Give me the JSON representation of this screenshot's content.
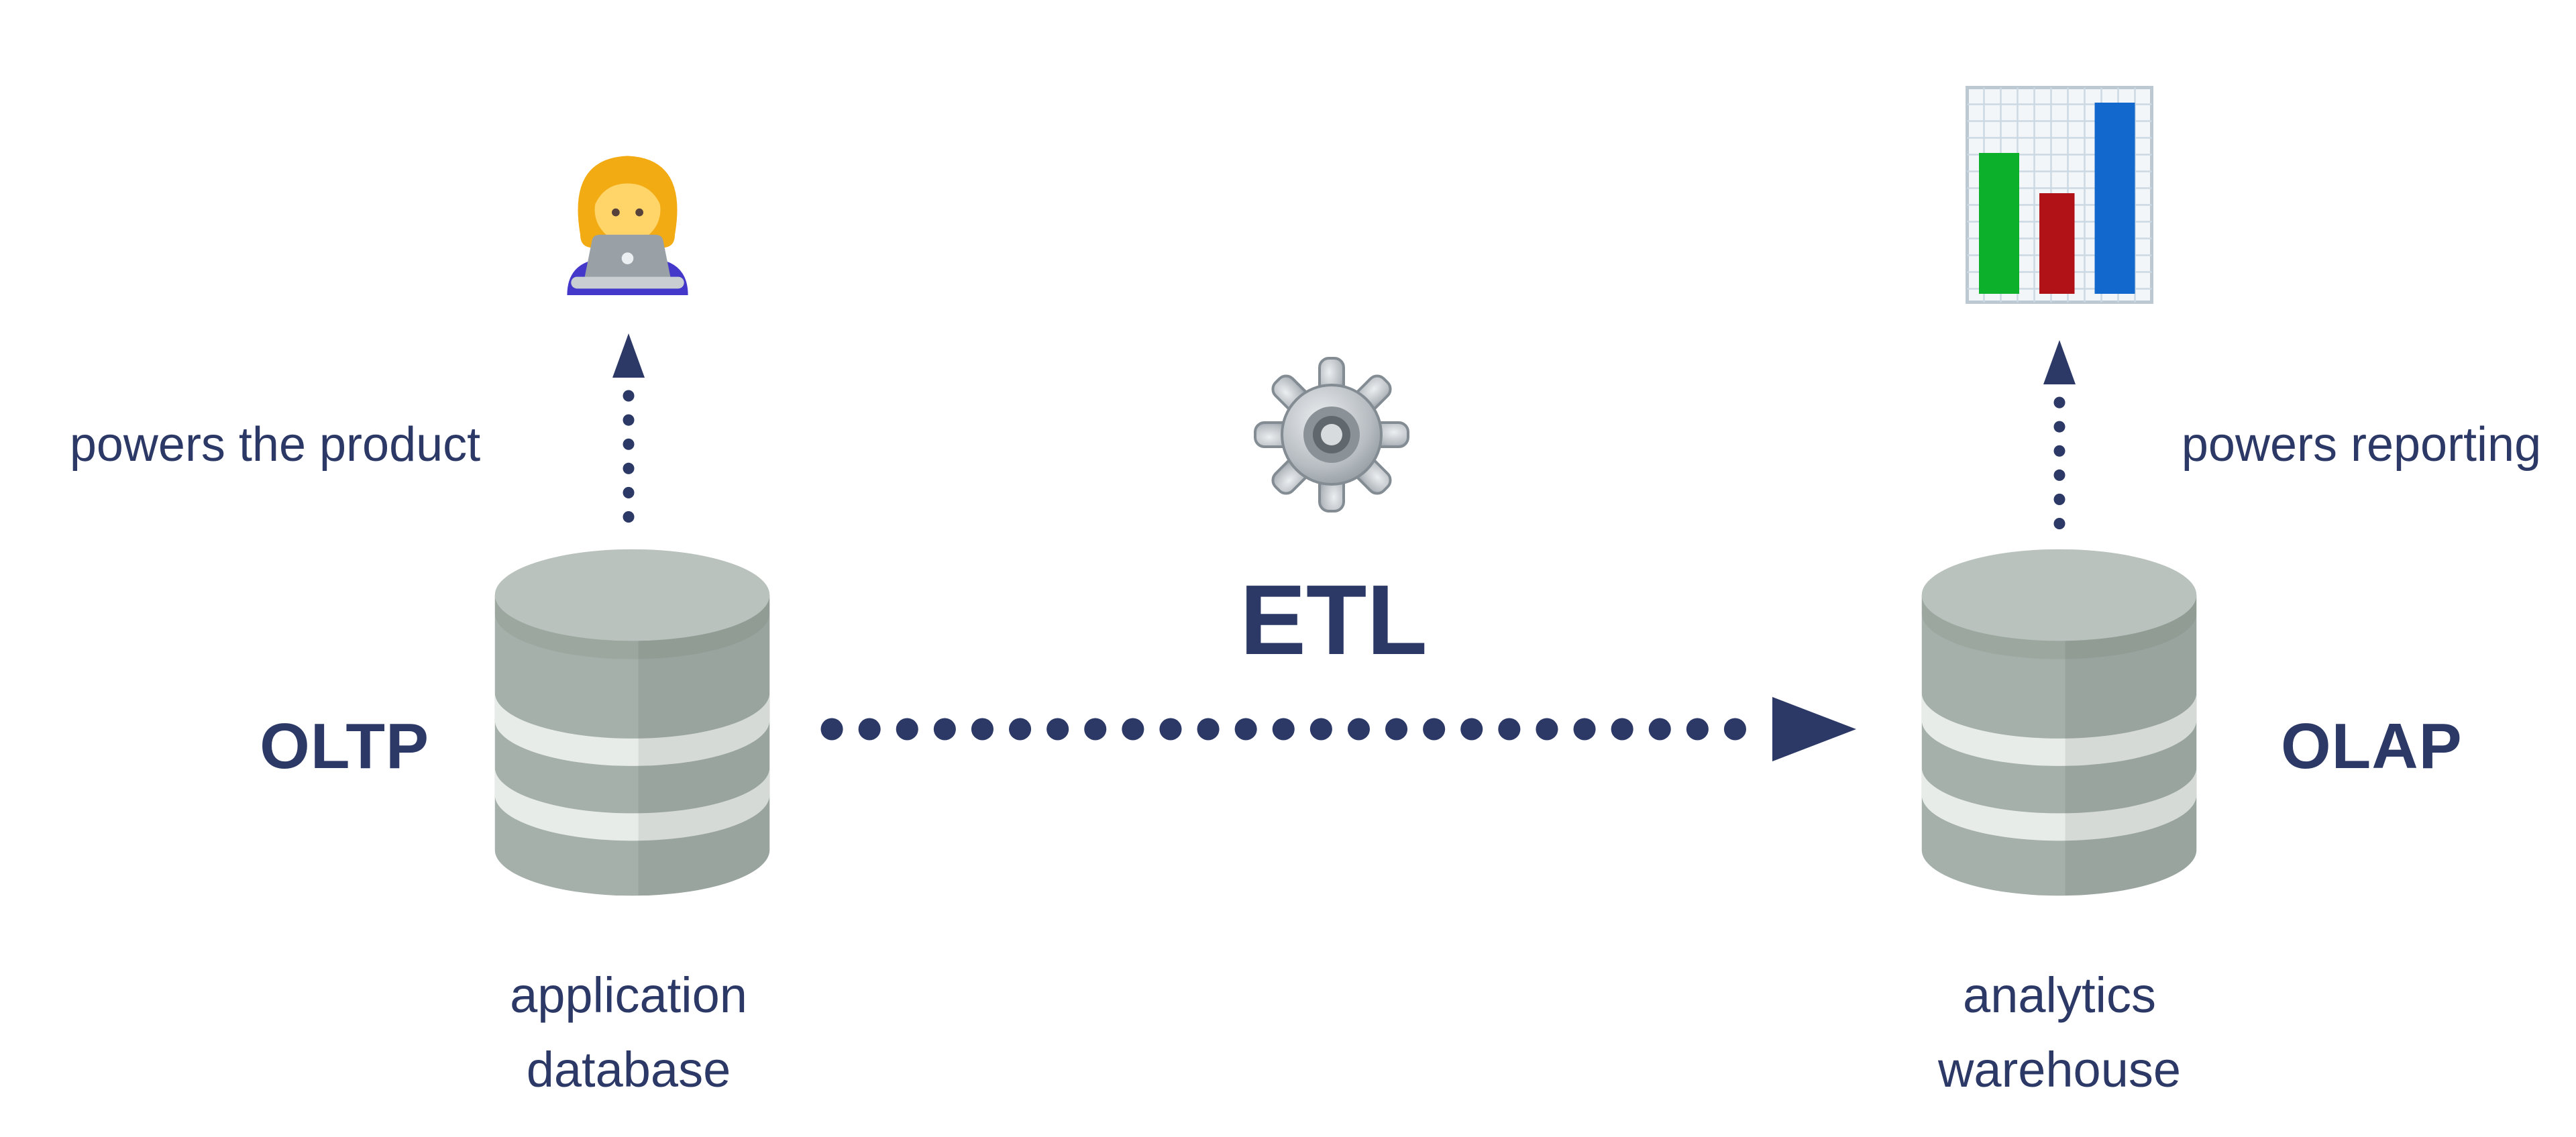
{
  "colors": {
    "text_navy": "#2c3966",
    "arrow_navy": "#2c3966",
    "cylinder_body": "#a5b0aa",
    "cylinder_top": "#b9c2bc",
    "cylinder_stripe": "#e8ece9",
    "chart_green": "#0db02b",
    "chart_red": "#b11218",
    "chart_blue": "#1368cd"
  },
  "diagram": {
    "left": {
      "system_label": "OLTP",
      "flow_label": "powers the product",
      "caption_lines": [
        "application",
        "database"
      ],
      "top_icon": "technologist-icon",
      "db_icon": "database-cylinder-icon"
    },
    "center": {
      "process_label": "ETL",
      "icon": "gear-icon"
    },
    "right": {
      "system_label": "OLAP",
      "flow_label": "powers reporting",
      "caption_lines": [
        "analytics",
        "warehouse"
      ],
      "top_icon": "bar-chart-icon",
      "db_icon": "database-cylinder-icon"
    }
  }
}
